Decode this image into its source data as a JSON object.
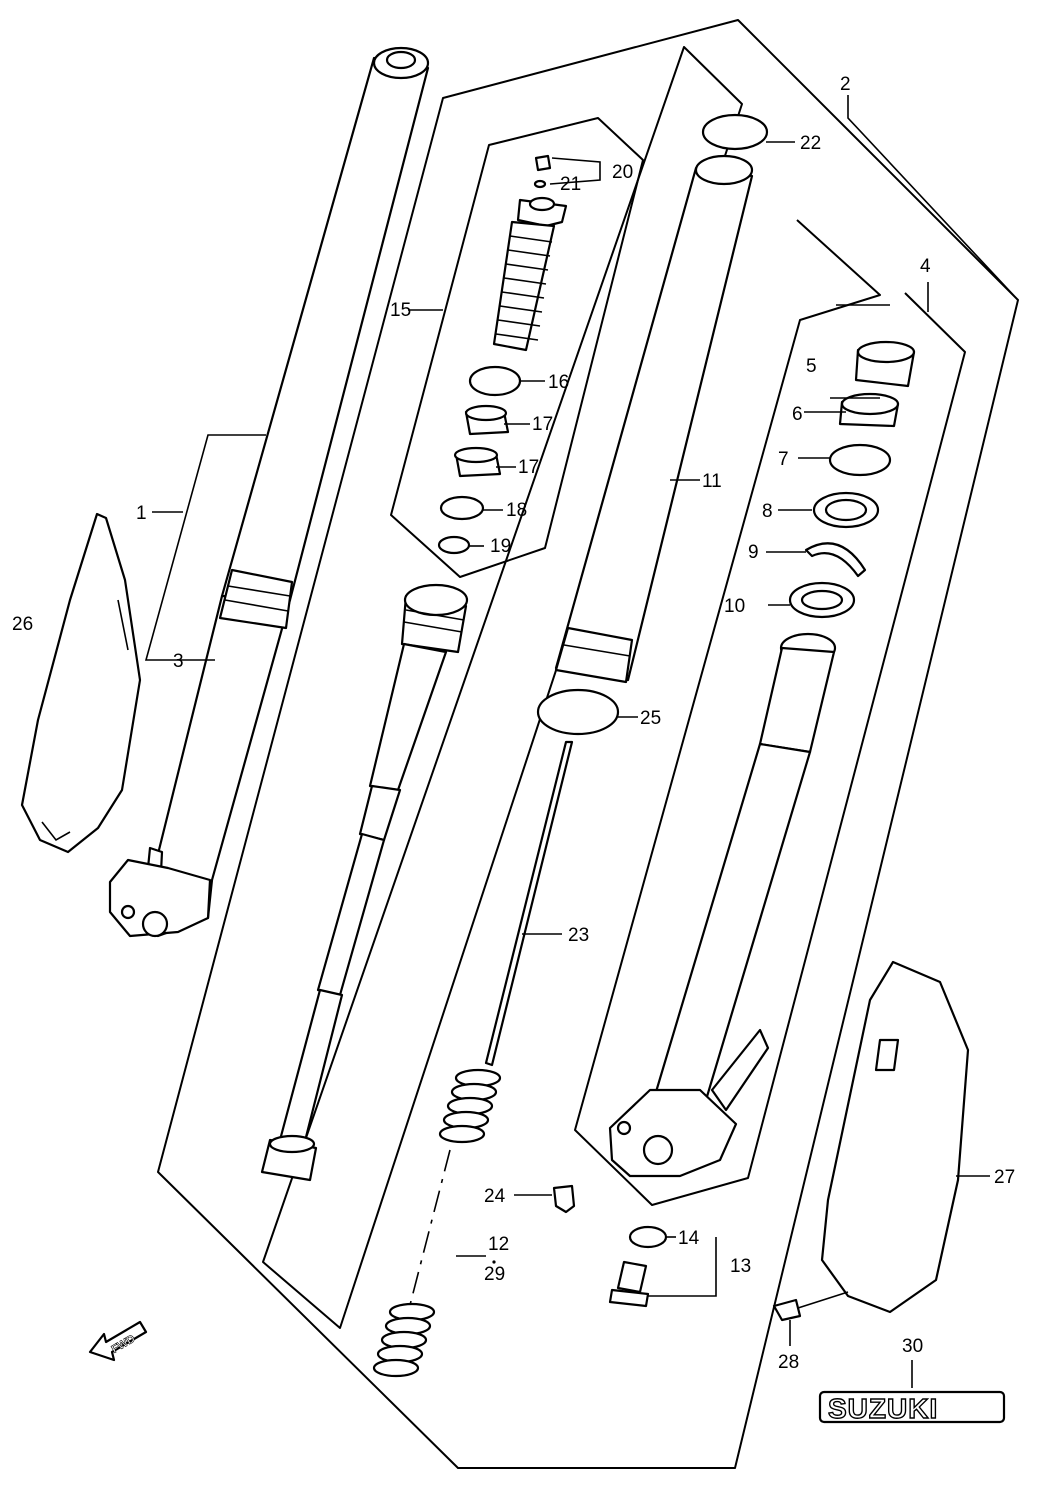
{
  "callouts": {
    "c1": "1",
    "c2": "2",
    "c3": "3",
    "c4": "4",
    "c5": "5",
    "c6": "6",
    "c7": "7",
    "c8": "8",
    "c9": "9",
    "c10": "10",
    "c11": "11",
    "c12": "12",
    "c13": "13",
    "c14": "14",
    "c15": "15",
    "c16": "16",
    "c17a": "17",
    "c17b": "17",
    "c18": "18",
    "c19": "19",
    "c20": "20",
    "c21": "21",
    "c22": "22",
    "c23": "23",
    "c24": "24",
    "c25": "25",
    "c26": "26",
    "c27": "27",
    "c28": "28",
    "c29": "29",
    "c30": "30"
  },
  "logo": {
    "text": "SUZUKI"
  },
  "fwd": {
    "text": "FWD"
  }
}
